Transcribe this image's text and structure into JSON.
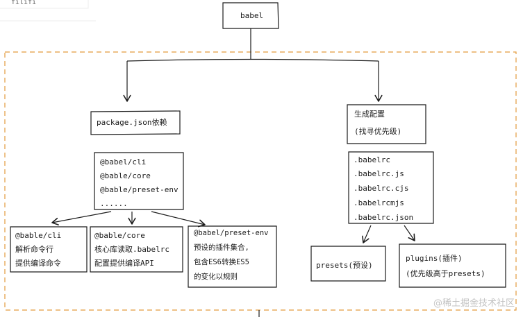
{
  "diagram": {
    "colors": {
      "ink": "#1b1b1b",
      "dashed_frame": "#e39a3c",
      "top_left_fragment": "#ececec"
    },
    "top_left_fragment": {
      "text": "filifi"
    },
    "root": {
      "label": "babel"
    },
    "left_branch": {
      "title": "package.json依赖",
      "deps": [
        "@babel/cli",
        "@bable/core",
        "@bable/preset-env",
        "......"
      ],
      "children": [
        {
          "lines": [
            "@bable/cli",
            "解析命令行",
            "提供编译命令"
          ]
        },
        {
          "lines": [
            "@bable/core",
            "核心库读取.babelrc",
            "配置提供编译API"
          ]
        },
        {
          "lines": [
            "@babel/preset-env",
            "预设的插件集合,",
            "包含ES6转换ES5",
            "的变化以规则"
          ]
        }
      ]
    },
    "right_branch": {
      "title_lines": [
        "生成配置",
        "(找寻优先级)"
      ],
      "configs": [
        ".babelrc",
        ".babelrc.js",
        ".babelrc.cjs",
        ".babelrcmjs",
        ".babelrc.json"
      ],
      "children": [
        {
          "lines": [
            "presets(预设)"
          ]
        },
        {
          "lines": [
            "plugins(插件)",
            "(优先级高于presets)"
          ]
        }
      ]
    }
  },
  "watermark": "@稀土掘金技术社区"
}
